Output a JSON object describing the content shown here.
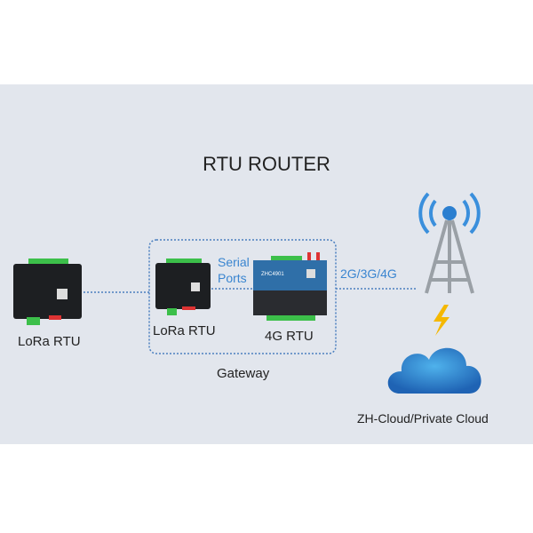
{
  "title": "RTU ROUTER",
  "nodes": {
    "lora_left": "LoRa RTU",
    "lora_gateway": "LoRa RTU",
    "serial_ports": "Serial Ports",
    "rtu_4g": "4G RTU",
    "gateway": "Gateway",
    "network": "2G/3G/4G",
    "cloud": "ZH-Cloud/Private Cloud",
    "device_model": "ZHC4901"
  },
  "colors": {
    "background": "#e2e6ed",
    "accent": "#3a85d0",
    "device": "#222222",
    "device_4g": "#2f6fa8",
    "terminal": "#3cbf4a",
    "cloud": "#2f8ad6",
    "bolt": "#f5b800"
  }
}
